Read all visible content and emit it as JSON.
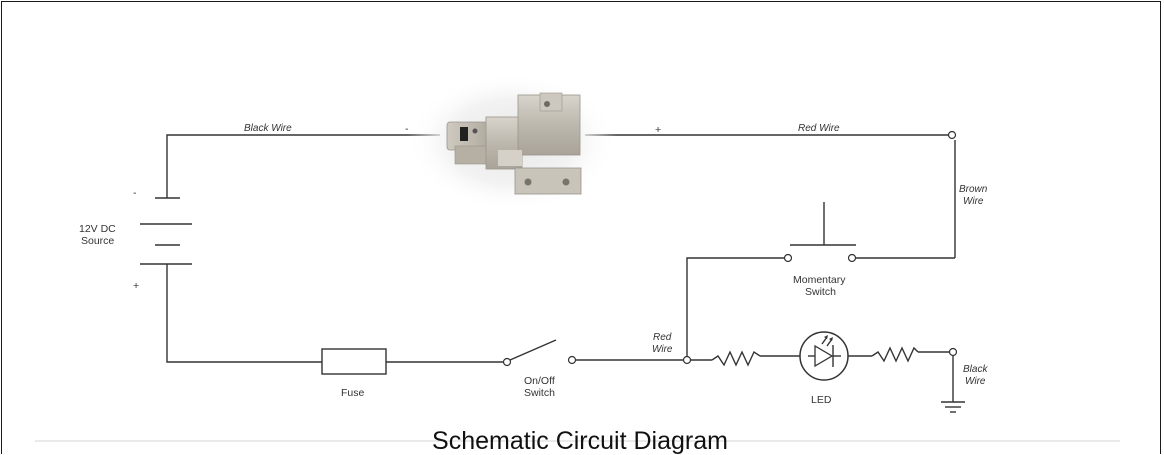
{
  "caption": "Schematic Circuit Diagram",
  "labels": {
    "black_wire_top": "Black Wire",
    "minus_top": "-",
    "plus_top": "+",
    "red_wire_top": "Red Wire",
    "brown_wire": [
      "Brown",
      "Wire"
    ],
    "battery_minus": "-",
    "battery_label": [
      "12V DC",
      "Source"
    ],
    "battery_plus": "+",
    "momentary_switch": [
      "Momentary",
      "Switch"
    ],
    "red_wire_mid": [
      "Red",
      "Wire"
    ],
    "fuse": "Fuse",
    "onoff_switch": [
      "On/Off",
      "Switch"
    ],
    "led": "LED",
    "black_wire_ground": [
      "Black",
      "Wire"
    ]
  }
}
